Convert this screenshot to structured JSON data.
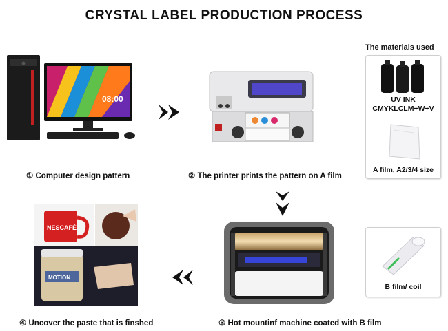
{
  "title": "CRYSTAL LABEL PRODUCTION PROCESS",
  "materials": {
    "heading": "The materials used",
    "ink_line1": "UV INK",
    "ink_line2": "CMYKLCLM+W+V",
    "film_a": "A film, A2/3/4 size",
    "film_b": "B film/ coil"
  },
  "steps": [
    {
      "label": "① Computer design pattern"
    },
    {
      "label": "② The printer prints the pattern on A film"
    },
    {
      "label": "③ Hot mountinf machine coated with B film"
    },
    {
      "label": "④ Uncover the paste that is finshed"
    }
  ],
  "photo_text": {
    "monitor_clock": "08:00",
    "mug_brand": "NESCAFÉ",
    "jar_brand": "MOTION"
  },
  "colors": {
    "arrow": "#111111",
    "mug_red": "#d42020",
    "text": "#111111"
  }
}
